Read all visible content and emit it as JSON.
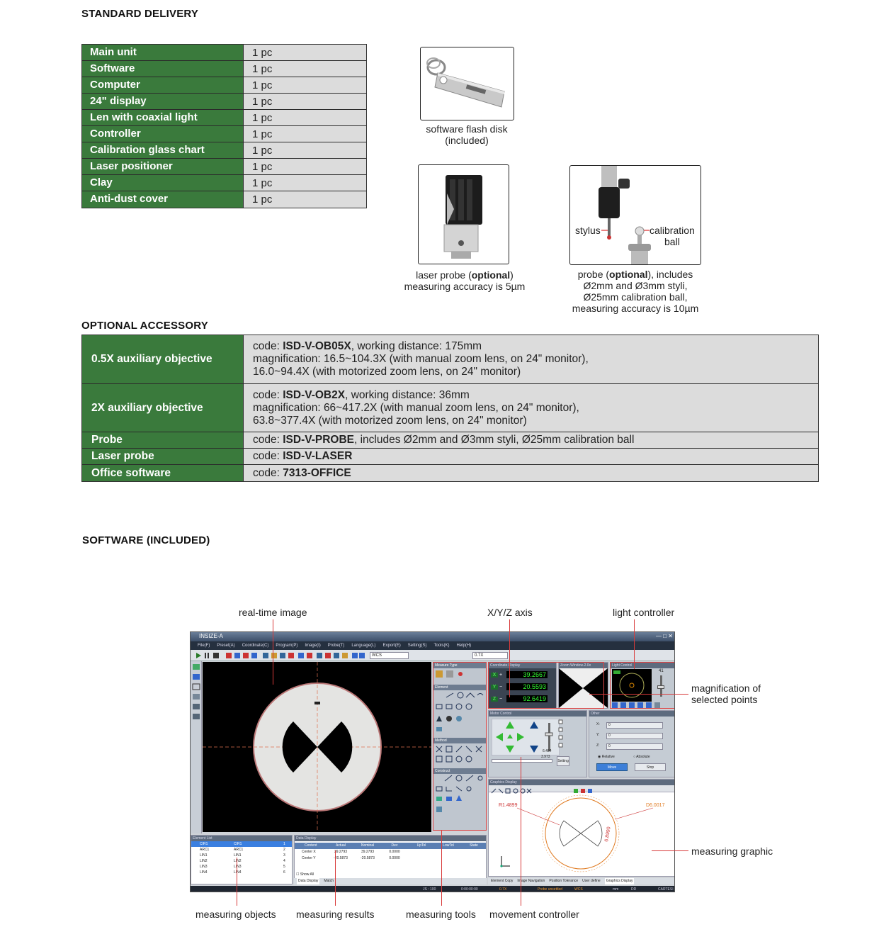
{
  "standard_delivery": {
    "heading": "STANDARD DELIVERY",
    "rows": [
      {
        "item": "Main unit",
        "qty": "1 pc"
      },
      {
        "item": "Software",
        "qty": "1 pc"
      },
      {
        "item": "Computer",
        "qty": "1 pc"
      },
      {
        "item": "24\" display",
        "qty": "1 pc"
      },
      {
        "item": "Len with coaxial light",
        "qty": "1 pc"
      },
      {
        "item": "Controller",
        "qty": "1 pc"
      },
      {
        "item": "Calibration glass chart",
        "qty": "1 pc"
      },
      {
        "item": "Laser positioner",
        "qty": "1 pc"
      },
      {
        "item": "Clay",
        "qty": "1 pc"
      },
      {
        "item": "Anti-dust cover",
        "qty": "1 pc"
      }
    ]
  },
  "photos": {
    "flash": {
      "line1": "software flash disk",
      "line2": "(included)"
    },
    "laser": {
      "pre": "laser probe (",
      "bold": "optional",
      "post": ")",
      "line2": "measuring accuracy is 5µm"
    },
    "probe": {
      "pre": "probe (",
      "bold": "optional",
      "post": "), includes",
      "line2": "Ø2mm and Ø3mm styli,",
      "line3": "Ø25mm calibration ball,",
      "line4": "measuring accuracy is 10µm",
      "stylus_label": "stylus",
      "ball_label_1": "calibration",
      "ball_label_2": "ball"
    }
  },
  "optional_accessory": {
    "heading": "OPTIONAL ACCESSORY",
    "rows": [
      {
        "name": "0.5X auxiliary objective",
        "code_pre": "code: ",
        "code": "ISD-V-OB05X",
        "code_post": ", working distance: 175mm",
        "line2": "magnification: 16.5~104.3X (with manual zoom lens, on 24\" monitor),",
        "line3": "16.0~94.4X (with motorized zoom lens, on 24\" monitor)"
      },
      {
        "name": "2X auxiliary objective",
        "code_pre": "code: ",
        "code": "ISD-V-OB2X",
        "code_post": ", working distance: 36mm",
        "line2": "magnification: 66~417.2X (with manual zoom lens, on 24\" monitor),",
        "line3": "63.8~377.4X (with motorized zoom lens, on 24\" monitor)"
      },
      {
        "name": "Probe",
        "code_pre": "code: ",
        "code": "ISD-V-PROBE",
        "code_post": ", includes Ø2mm and Ø3mm styli, Ø25mm calibration ball"
      },
      {
        "name": "Laser probe",
        "code_pre": "code: ",
        "code": "ISD-V-LASER",
        "code_post": ""
      },
      {
        "name": "Office software",
        "code_pre": "code: ",
        "code": "7313-OFFICE",
        "code_post": ""
      }
    ]
  },
  "software": {
    "heading": "SOFTWARE (INCLUDED)",
    "annotations": {
      "realtime": "real-time image",
      "xyz": "X/Y/Z axis",
      "light": "light controller",
      "magnification_1": "magnification of",
      "magnification_2": "selected points",
      "measuring_graphic": "measuring graphic",
      "objects": "measuring objects",
      "results": "measuring results",
      "tools": "measuring tools",
      "movement": "movement controller"
    },
    "window": {
      "title": "INSIZE-A",
      "menu": [
        "File(F)",
        "Preset(A)",
        "Coordinate(C)",
        "Program(P)",
        "Image(I)",
        "Probe(T)",
        "Language(L)",
        "Export(E)",
        "Setting(S)",
        "Tools(K)",
        "Help(H)"
      ],
      "wcs": "WCS",
      "zoom": "0.7X",
      "coord_title": "Coordinate Display",
      "coords": [
        {
          "axis": "X",
          "sign": "+",
          "value": "39.2667"
        },
        {
          "axis": "Y",
          "sign": "−",
          "value": "20.5593"
        },
        {
          "axis": "Z",
          "sign": "−",
          "value": "92.6419"
        }
      ],
      "zoom_title": "Zoom Window-2.0x",
      "light_title": "Light Control",
      "light_value": "41",
      "motor_title": "Motor Control",
      "motor_v1": "6.484",
      "motor_v2": "3.973",
      "motor_setting": "Setting",
      "other_title": "Other",
      "other_fields": [
        {
          "label": "X:",
          "value": "0"
        },
        {
          "label": "Y:",
          "value": "0"
        },
        {
          "label": "Z:",
          "value": "0"
        }
      ],
      "relative": "Relative",
      "absolute": "Absolute",
      "move": "Move",
      "stop": "Stop",
      "measure_type": "Measure Type",
      "element": "Element",
      "method": "Method",
      "construct": "Construct",
      "graphics_title": "Graphics Display",
      "graphic_label_r": "R1.4899",
      "graphic_label_d": "D6.0017",
      "graphic_label_a": "6.8990",
      "element_list_title": "Element List",
      "element_list": [
        {
          "a": "CIR1",
          "b": "CIR1",
          "n": "1"
        },
        {
          "a": "ARC1",
          "b": "ARC1",
          "n": "2"
        },
        {
          "a": "LIN1",
          "b": "LIN1",
          "n": "3"
        },
        {
          "a": "LIN2",
          "b": "LIN2",
          "n": "4"
        },
        {
          "a": "LIN3",
          "b": "LIN3",
          "n": "5"
        },
        {
          "a": "LIN4",
          "b": "LIN4",
          "n": "6"
        }
      ],
      "data_title": "Data Display",
      "data_headers": [
        "Content",
        "Actual",
        "Nominal",
        "Dev",
        "UpTol",
        "LowTol",
        "State"
      ],
      "data_rows": [
        {
          "c": "Center X",
          "a": "39.2793",
          "n": "39.2793",
          "d": "0.0000"
        },
        {
          "c": "Center Y",
          "a": "-20.5873",
          "n": "-20.5873",
          "d": "0.0000"
        }
      ],
      "show_all": "Show All",
      "tabs_left": [
        "Data Display",
        "Match"
      ],
      "tabs_right": [
        "Element Copy",
        "Image Navigation",
        "Position Tolerance",
        "User define",
        "Graphics Display"
      ],
      "status": [
        "JS : 100",
        "0:00:00:00",
        "0.7X",
        "Probe unsettled",
        "WCS",
        "mm",
        "DD",
        "CARTESI"
      ]
    }
  }
}
